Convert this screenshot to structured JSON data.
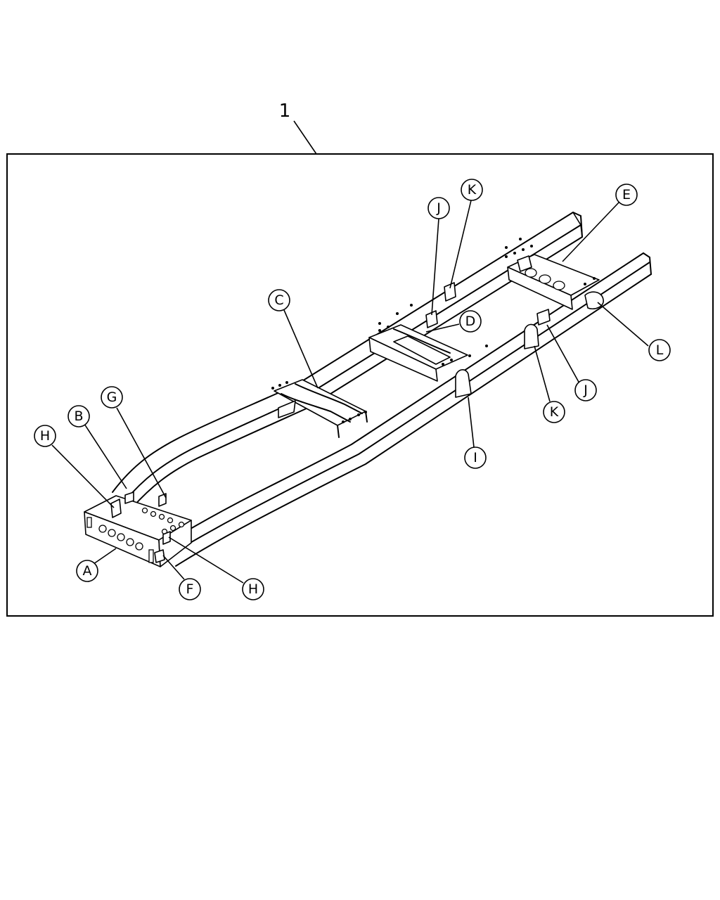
{
  "assembly_ref": "1",
  "callouts": [
    {
      "id": "A",
      "label": "A"
    },
    {
      "id": "B",
      "label": "B"
    },
    {
      "id": "C",
      "label": "C"
    },
    {
      "id": "D",
      "label": "D"
    },
    {
      "id": "E",
      "label": "E"
    },
    {
      "id": "F",
      "label": "F"
    },
    {
      "id": "G",
      "label": "G"
    },
    {
      "id": "H1",
      "label": "H"
    },
    {
      "id": "H2",
      "label": "H"
    },
    {
      "id": "I",
      "label": "I"
    },
    {
      "id": "J1",
      "label": "J"
    },
    {
      "id": "J2",
      "label": "J"
    },
    {
      "id": "K1",
      "label": "K"
    },
    {
      "id": "K2",
      "label": "K"
    },
    {
      "id": "L",
      "label": "L"
    }
  ]
}
